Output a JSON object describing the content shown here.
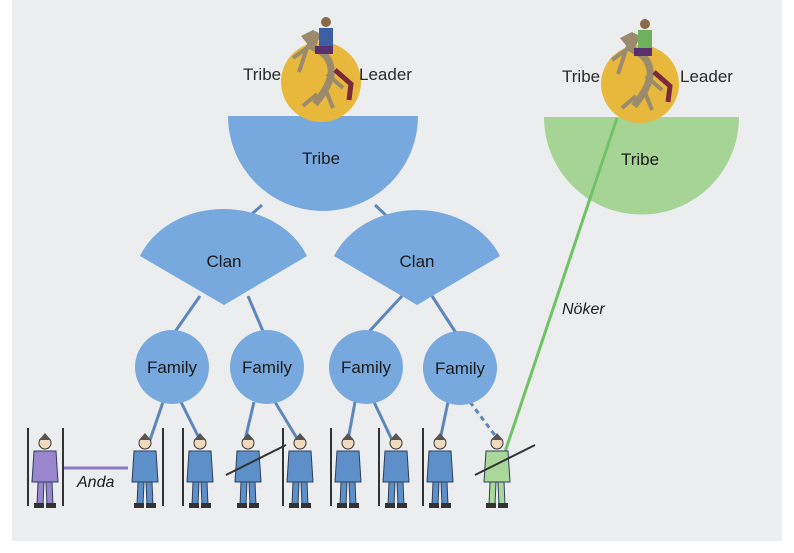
{
  "colors": {
    "paper": "#ecedef",
    "blue": "#78a9de",
    "green": "#a6d494",
    "gold": "#e7b83c",
    "blue_line": "#5d87bb",
    "green_line": "#6fc365",
    "anda_line": "#8a79c8"
  },
  "icons": {
    "mounted_leader": "horse-rider-icon",
    "warrior": "spear-warrior-icon"
  },
  "main_tree": {
    "leader_left_label": "Tribe",
    "leader_right_label": "Leader",
    "tribe_label": "Tribe",
    "clan_left_label": "Clan",
    "clan_right_label": "Clan",
    "families": [
      "Family",
      "Family",
      "Family",
      "Family"
    ]
  },
  "second_tree": {
    "leader_left_label": "Tribe",
    "leader_right_label": "Leader",
    "tribe_label": "Tribe"
  },
  "relations": {
    "anda_label": "Anda",
    "noker_label": "Nöker"
  }
}
